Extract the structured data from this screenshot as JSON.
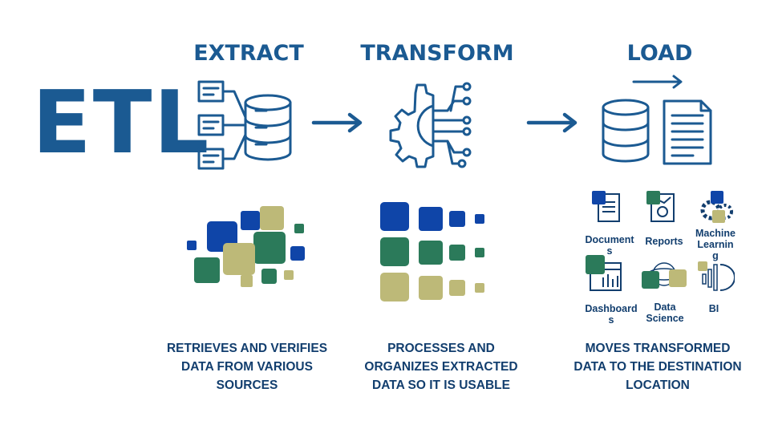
{
  "colors": {
    "blue": "#1b5a92",
    "dark_blue": "#123e6e",
    "bright_blue": "#0f45a8",
    "green": "#2b7a5a",
    "olive": "#bdb978"
  },
  "title": "ETL",
  "stages": {
    "extract": {
      "heading": "EXTRACT",
      "description": "RETRIEVES AND VERIFIES\nDATA FROM VARIOUS\nSOURCES"
    },
    "transform": {
      "heading": "TRANSFORM",
      "description": "PROCESSES AND\nORGANIZES EXTRACTED\nDATA SO IT IS USABLE"
    },
    "load": {
      "heading": "LOAD",
      "description": "MOVES TRANSFORMED\nDATA TO THE DESTINATION\nLOCATION"
    }
  },
  "destinations": {
    "documents": "Document\ns",
    "reports": "Reports",
    "machine_learning": "Machine\nLearnin\ng",
    "dashboards": "Dashboard\ns",
    "data_science": "Data\nScience",
    "bi": "BI"
  },
  "icons": [
    "document-list-icon",
    "database-icon",
    "gear-circuit-icon",
    "arrow-right-icon",
    "document-icon",
    "report-icon",
    "chart-icon",
    "dashboard-icon",
    "bi-icon"
  ]
}
